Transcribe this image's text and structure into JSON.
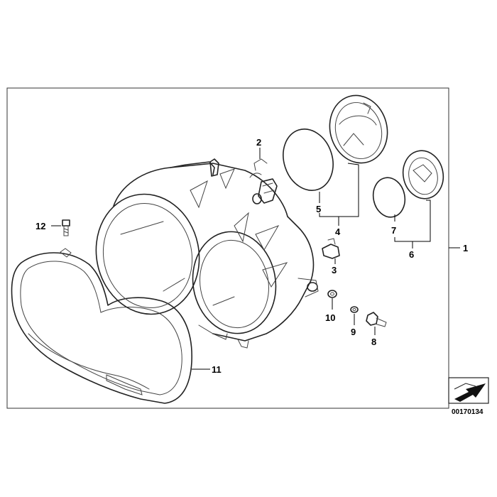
{
  "callouts": {
    "c1": "1",
    "c2": "2",
    "c3": "3",
    "c4": "4",
    "c5": "5",
    "c6": "6",
    "c7": "7",
    "c8": "8",
    "c9": "9",
    "c10": "10",
    "c11": "11",
    "c12": "12"
  },
  "drawing_id": "00170134",
  "icons": {
    "nav_arrow": "arrow-icon"
  }
}
